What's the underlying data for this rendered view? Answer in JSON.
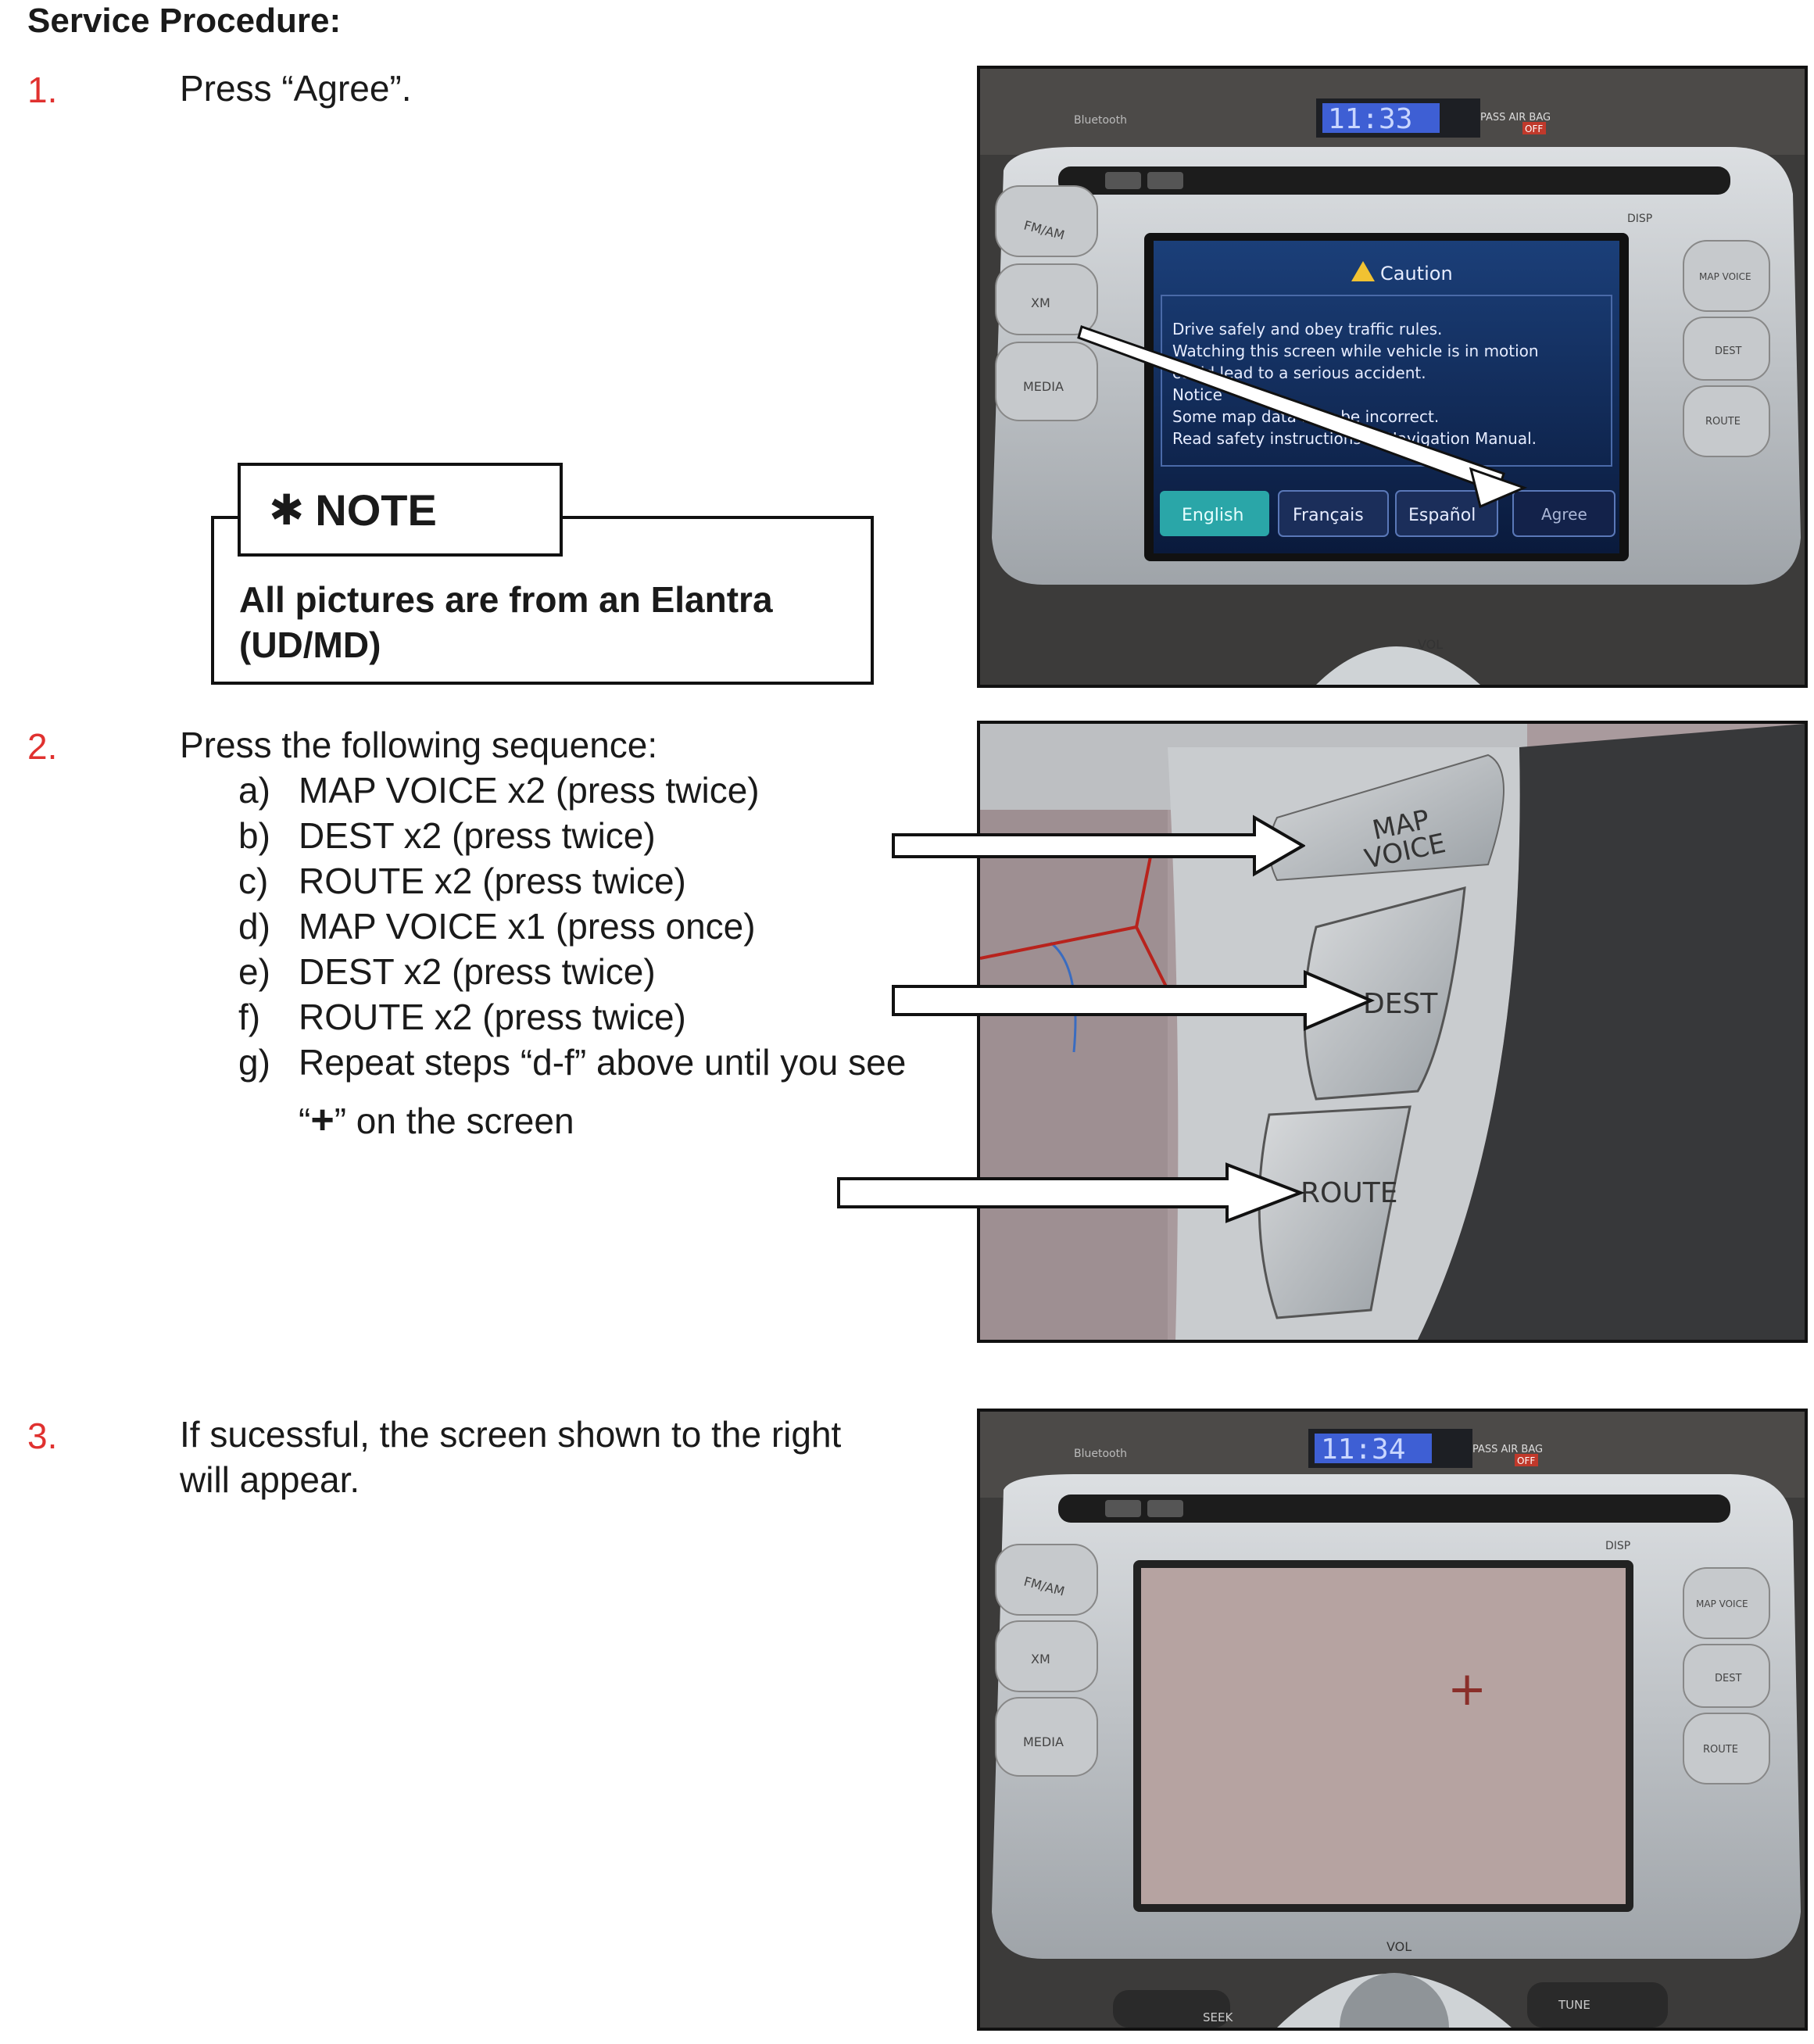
{
  "heading": "Service Procedure:",
  "steps": [
    {
      "num": "1.",
      "text": "Press “Agree”."
    },
    {
      "num": "2.",
      "text": "Press the following sequence:",
      "subs": [
        {
          "letter": "a)",
          "text": "MAP VOICE x2 (press twice)"
        },
        {
          "letter": "b)",
          "text": "DEST x2 (press twice)"
        },
        {
          "letter": "c)",
          "text": "ROUTE x2 (press twice)"
        },
        {
          "letter": "d)",
          "text": "MAP VOICE x1 (press once)"
        },
        {
          "letter": "e)",
          "text": "DEST x2 (press twice)"
        },
        {
          "letter": "f)",
          "text": "ROUTE x2 (press twice)"
        },
        {
          "letter": "g)",
          "text": "Repeat steps “d-f” above until you see"
        }
      ],
      "g_cont_open": "“",
      "g_cont_plus": "+",
      "g_cont_close": "” on the screen"
    },
    {
      "num": "3.",
      "text": "If sucessful, the screen shown to the right",
      "text2": "will appear."
    }
  ],
  "note": {
    "star": "✱",
    "title": "NOTE",
    "line1": "All pictures are from an Elantra",
    "line2": "(UD/MD)"
  },
  "photo1": {
    "clock": "11:33",
    "pass_airbag": "PASS AIR BAG",
    "airbag_off": "OFF",
    "left_buttons": [
      "FM/AM",
      "XM",
      "MEDIA"
    ],
    "right_buttons": [
      "MAP VOICE",
      "DEST",
      "ROUTE"
    ],
    "disp": "DISP",
    "caution_title": "Caution",
    "caution_lines": [
      "Drive safely and obey traffic rules.",
      "Watching this screen while vehicle is in motion",
      "could lead to a serious accident.",
      "Notice",
      "Some map data may be incorrect.",
      "Read safety instructions in Navigation Manual."
    ],
    "lang_buttons": [
      "English",
      "Français",
      "Español"
    ],
    "agree": "Agree",
    "vol": "VOL",
    "bluetooth": "Bluetooth"
  },
  "photo2": {
    "map_voice_1": "MAP",
    "map_voice_2": "VOICE",
    "dest": "DEST",
    "route": "ROUTE"
  },
  "photo3": {
    "clock": "11:34",
    "pass_airbag": "PASS AIR BAG",
    "airbag_off": "OFF",
    "left_buttons": [
      "FM/AM",
      "XM",
      "MEDIA"
    ],
    "right_buttons": [
      "MAP VOICE",
      "DEST",
      "ROUTE"
    ],
    "disp": "DISP",
    "crosshair": "+",
    "vol": "VOL",
    "seek": "SEEK",
    "tune": "TUNE",
    "bluetooth": "Bluetooth"
  }
}
